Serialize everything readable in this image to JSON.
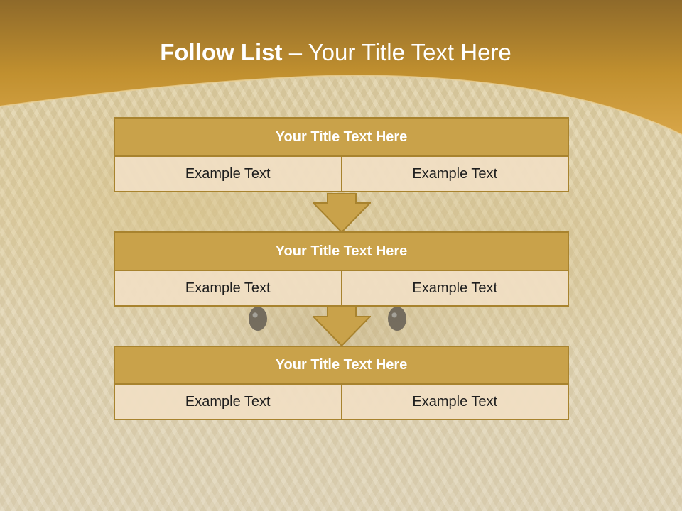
{
  "slide": {
    "title_bold": "Follow List",
    "title_rest": " – Your Title Text Here"
  },
  "blocks": [
    {
      "title": "Your Title Text Here",
      "left": "Example Text",
      "right": "Example Text"
    },
    {
      "title": "Your Title Text Here",
      "left": "Example Text",
      "right": "Example Text"
    },
    {
      "title": "Your Title Text Here",
      "left": "Example Text",
      "right": "Example Text"
    }
  ],
  "colors": {
    "header": "#c99a3a",
    "box_fill": "#c9a24a",
    "box_border": "#a8832e",
    "cell_fill": "#f0dec3"
  }
}
